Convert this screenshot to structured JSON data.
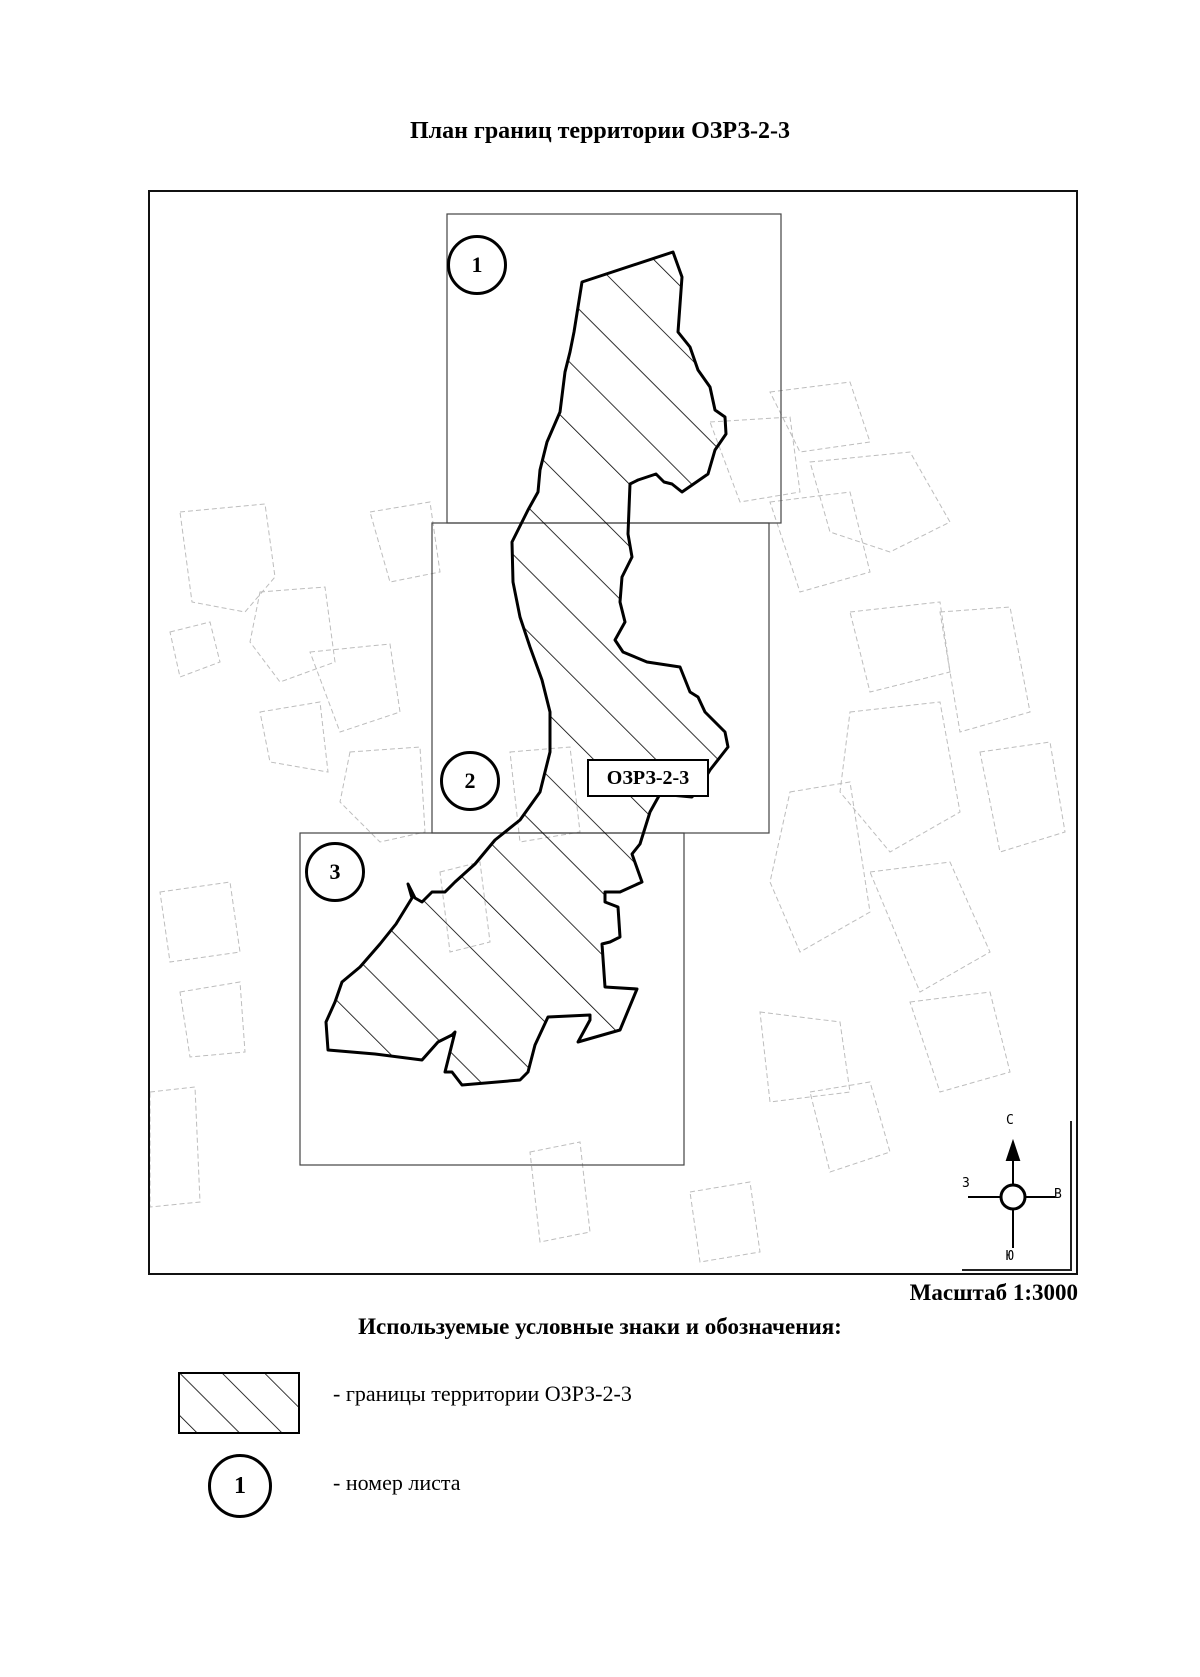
{
  "title": "План границ территории ОЗРЗ-2-3",
  "map": {
    "zone_label": "ОЗРЗ-2-3",
    "sheets": [
      "1",
      "2",
      "3"
    ],
    "compass": {
      "north": "С",
      "south": "Ю",
      "east": "В",
      "west": "З"
    },
    "colors": {
      "outline": "#000000",
      "hatch": "#000000",
      "cadastre": "#b9b9b9"
    }
  },
  "scale_text": "Масштаб 1:3000",
  "legend": {
    "title": "Используемые условные знаки и обозначения:",
    "items": [
      {
        "symbol": "hatched-rectangle",
        "label": "- границы территории ОЗРЗ-2-3"
      },
      {
        "symbol": "circle-number",
        "number": "1",
        "label": "- номер листа"
      }
    ]
  }
}
